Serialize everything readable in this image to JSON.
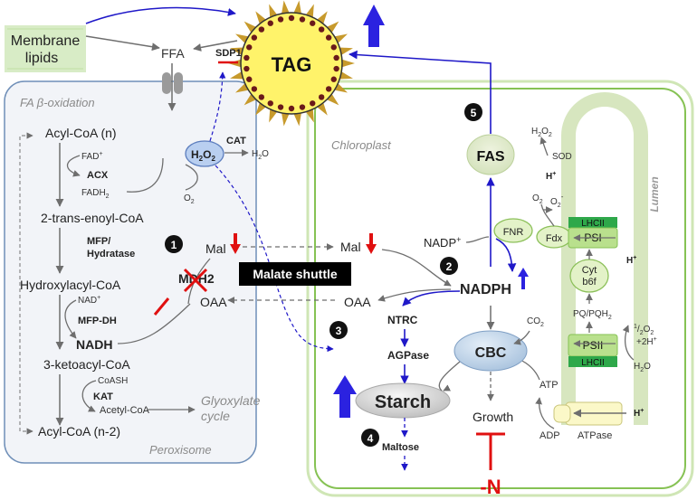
{
  "membrane": {
    "line1": "Membrane",
    "line2": "lipids"
  },
  "ffa": "FFA",
  "sdp1": "SDP1",
  "tag": "TAG",
  "peroxisome": {
    "header": "FA β-oxidation",
    "footer": "Peroxisome",
    "acyl_coa_n": "Acyl-CoA (n)",
    "fad": "FAD",
    "fad_sup": "+",
    "fadh": "FADH",
    "fadh_sub": "2",
    "acx": "ACX",
    "o2": "O",
    "o2_sub": "2",
    "h2o2": "H",
    "h2o2_sub1": "2",
    "h2o2_mid": "O",
    "h2o2_sub2": "2",
    "cat": "CAT",
    "h2o": "H",
    "h2o_sub": "2",
    "h2o_end": "O",
    "trans_enoyl": "2-trans-enoyl-CoA",
    "mfp_line1": "MFP/",
    "mfp_line2": "Hydratase",
    "hydroxyacyl": "Hydroxylacyl-CoA",
    "nad": "NAD",
    "nad_sup": "+",
    "mfp_dh": "MFP-DH",
    "nadh": "NADH",
    "ketoacyl": "3-ketoacyl-CoA",
    "coash": "CoASH",
    "kat": "KAT",
    "acetyl": "Acetyl-CoA",
    "glyoxylate_line1": "Glyoxylate",
    "glyoxylate_line2": "cycle",
    "acyl_coa_n2": "Acyl-CoA (n-2)",
    "mal": "Mal",
    "mdh2": "MDH2",
    "oaa": "OAA"
  },
  "malate_shuttle": "Malate shuttle",
  "chloroplast": {
    "label": "Chloroplast",
    "mal": "Mal",
    "oaa": "OAA",
    "nadp": "NADP",
    "nadp_sup": "+",
    "nadph": "NADPH",
    "fas": "FAS",
    "ntrc": "NTRC",
    "agpase": "AGPase",
    "cbc": "CBC",
    "co2": "CO",
    "co2_sub": "2",
    "starch": "Starch",
    "growth": "Growth",
    "maltose": "Maltose",
    "atp": "ATP",
    "adp": "ADP",
    "atpase": "ATPase",
    "h2o2": "H",
    "h2o2_sub1": "2",
    "h2o2_mid": "O",
    "h2o2_sub2": "2",
    "sod": "SOD",
    "hplus": "H",
    "hplus_sup": "+",
    "o2": "O",
    "o2_sub": "2",
    "o2minus": "O",
    "o2minus_sub": "2",
    "o2minus_sup": "-",
    "fnr": "FNR",
    "fdx": "Fdx",
    "lhcii_top": "LHCII",
    "psi": "PSI",
    "cyt_line1": "Cyt",
    "cyt_line2": "b6f",
    "pq": "PQ/PQH",
    "pq_sub": "2",
    "psii": "PSII",
    "lhcii_bottom": "LHCII",
    "half": "1",
    "half_den": "2",
    "half_o2": "O",
    "half_o2_sub": "2",
    "plus_2h": "+2H",
    "plus_2h_sup": "+",
    "h2o": "H",
    "h2o_sub": "2",
    "h2o_end": "O",
    "lumen": "Lumen",
    "hplus_psi": "H",
    "hplus_psi_sup": "+",
    "hplus_atp": "H",
    "hplus_atp_sup": "+"
  },
  "minus_n": "-N",
  "steps": [
    "1",
    "2",
    "3",
    "4",
    "5"
  ],
  "colors": {
    "blue_arrow": "#1f18c8",
    "red": "#e01010",
    "green": "#7ec050",
    "cbc": "#c3d6ea",
    "tag_yellow": "#fff36a"
  }
}
